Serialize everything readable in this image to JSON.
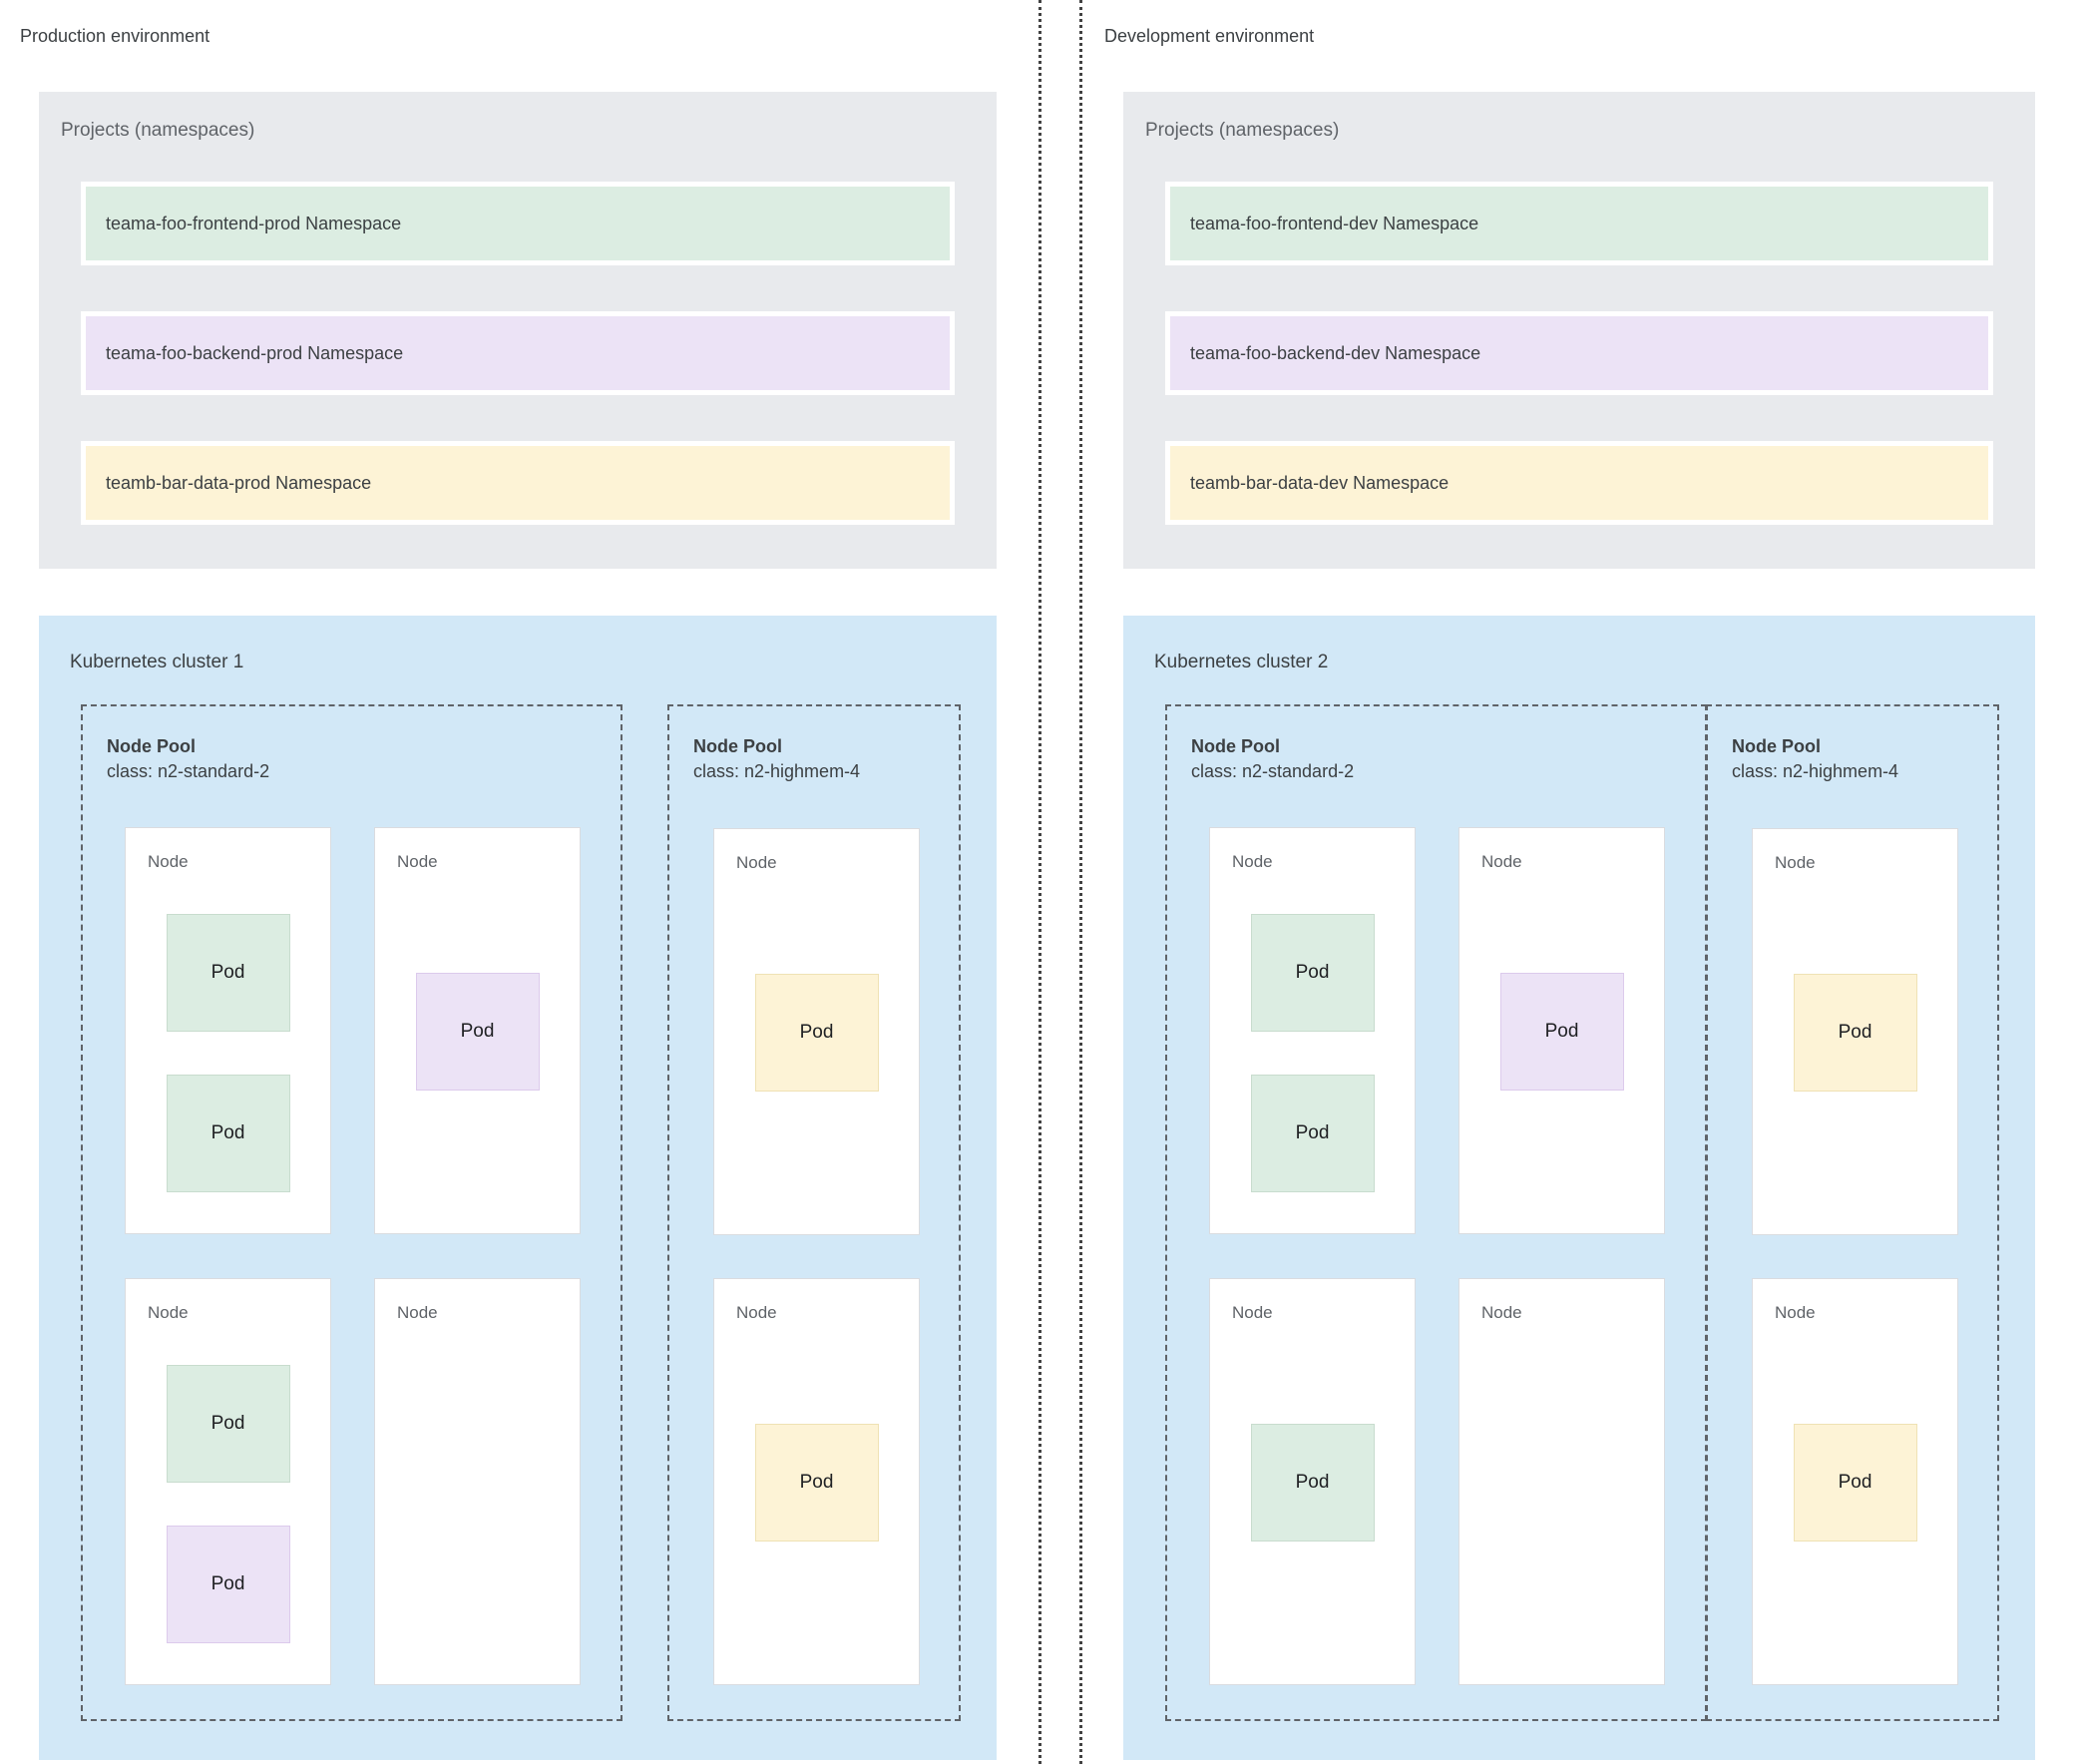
{
  "colors": {
    "frontend": "#dcede2",
    "backend": "#ece3f6",
    "data": "#fdf3d6",
    "cluster": "#d2e8f7",
    "card": "#e8eaed"
  },
  "environments": [
    {
      "id": "production",
      "label": "Production environment",
      "projects": {
        "title": "Projects (namespaces)",
        "namespaces": [
          {
            "label": "teama-foo-frontend-prod Namespace",
            "color": "frontend"
          },
          {
            "label": "teama-foo-backend-prod Namespace",
            "color": "backend"
          },
          {
            "label": "teamb-bar-data-prod Namespace",
            "color": "data"
          }
        ]
      },
      "cluster": {
        "title": "Kubernetes cluster 1",
        "node_pools": [
          {
            "name": "Node Pool",
            "machine_class": "class: n2-standard-2",
            "nodes": [
              {
                "label": "Node",
                "pods": [
                  {
                    "label": "Pod",
                    "color": "frontend"
                  },
                  {
                    "label": "Pod",
                    "color": "frontend"
                  }
                ]
              },
              {
                "label": "Node",
                "pods": [
                  {
                    "label": "Pod",
                    "color": "backend"
                  }
                ]
              },
              {
                "label": "Node",
                "pods": [
                  {
                    "label": "Pod",
                    "color": "frontend"
                  },
                  {
                    "label": "Pod",
                    "color": "backend"
                  }
                ]
              },
              {
                "label": "Node",
                "pods": []
              }
            ]
          },
          {
            "name": "Node Pool",
            "machine_class": "class: n2-highmem-4",
            "nodes": [
              {
                "label": "Node",
                "pods": [
                  {
                    "label": "Pod",
                    "color": "data"
                  }
                ]
              },
              {
                "label": "Node",
                "pods": [
                  {
                    "label": "Pod",
                    "color": "data"
                  }
                ]
              }
            ]
          }
        ]
      }
    },
    {
      "id": "development",
      "label": "Development environment",
      "projects": {
        "title": "Projects (namespaces)",
        "namespaces": [
          {
            "label": "teama-foo-frontend-dev Namespace",
            "color": "frontend"
          },
          {
            "label": "teama-foo-backend-dev Namespace",
            "color": "backend"
          },
          {
            "label": "teamb-bar-data-dev Namespace",
            "color": "data"
          }
        ]
      },
      "cluster": {
        "title": "Kubernetes cluster 2",
        "node_pools": [
          {
            "name": "Node Pool",
            "machine_class": "class: n2-standard-2",
            "nodes": [
              {
                "label": "Node",
                "pods": [
                  {
                    "label": "Pod",
                    "color": "frontend"
                  },
                  {
                    "label": "Pod",
                    "color": "frontend"
                  }
                ]
              },
              {
                "label": "Node",
                "pods": [
                  {
                    "label": "Pod",
                    "color": "backend"
                  }
                ]
              },
              {
                "label": "Node",
                "pods": [
                  {
                    "label": "Pod",
                    "color": "frontend"
                  }
                ]
              },
              {
                "label": "Node",
                "pods": []
              }
            ]
          },
          {
            "name": "Node Pool",
            "machine_class": "class: n2-highmem-4",
            "nodes": [
              {
                "label": "Node",
                "pods": [
                  {
                    "label": "Pod",
                    "color": "data"
                  }
                ]
              },
              {
                "label": "Node",
                "pods": [
                  {
                    "label": "Pod",
                    "color": "data"
                  }
                ]
              }
            ]
          }
        ]
      }
    }
  ]
}
